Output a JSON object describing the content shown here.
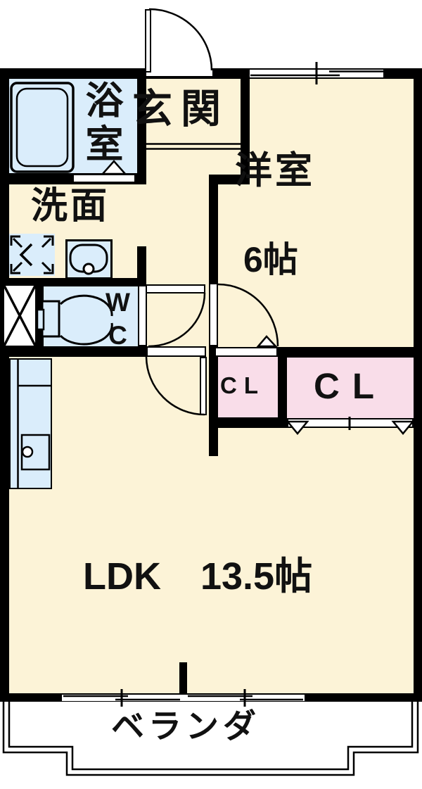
{
  "floorplan": {
    "labels": {
      "bathroom": "浴室",
      "entrance": "玄関",
      "western_room": "洋室",
      "western_room_size": "6帖",
      "washroom": "洗面",
      "toilet": "WC",
      "closet_left": "CL",
      "closet_right": "CL",
      "ldk": "LDK",
      "ldk_size": "13.5帖",
      "veranda": "ベランダ"
    },
    "colors": {
      "floor": "#FCF3D7",
      "wet_area": "#DAEDFB",
      "closet": "#F9DDE9",
      "wall": "#000000",
      "text": "#111111"
    }
  }
}
